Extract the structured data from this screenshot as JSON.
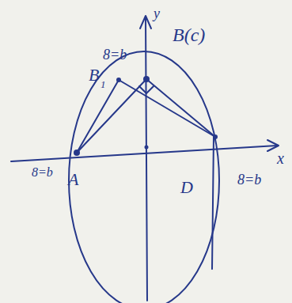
{
  "diagram": {
    "labels": [
      "y",
      "x",
      "B(c)",
      "B",
      "1",
      "8=b",
      "A",
      "8=b",
      "D",
      "8=b"
    ]
  }
}
